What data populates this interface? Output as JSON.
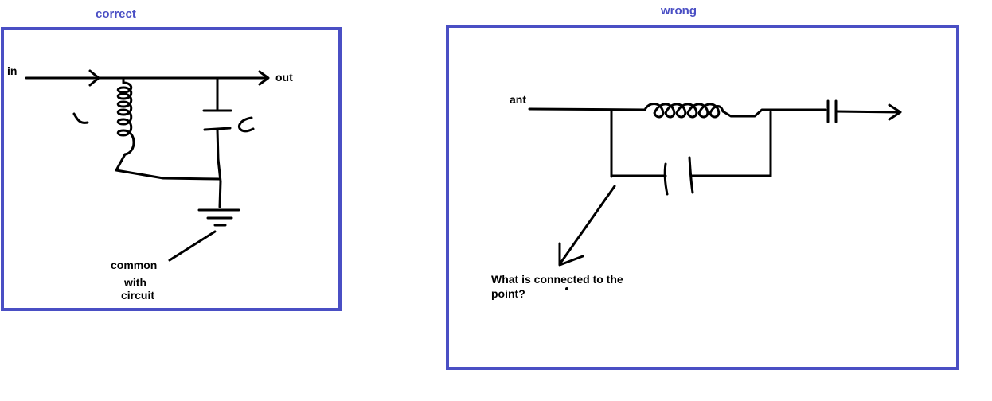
{
  "panels": {
    "correct": {
      "title": "correct",
      "labels": {
        "in": "in",
        "out": "out",
        "common_line1": "common",
        "common_line2": "with",
        "common_line3": "circuit"
      }
    },
    "wrong": {
      "title": "wrong",
      "labels": {
        "ant": "ant",
        "question_line1": "What is connected to the",
        "question_line2": "point?"
      }
    }
  },
  "colors": {
    "frame": "#4a4fc4",
    "title": "#4a4fc4",
    "ink": "#000000"
  }
}
